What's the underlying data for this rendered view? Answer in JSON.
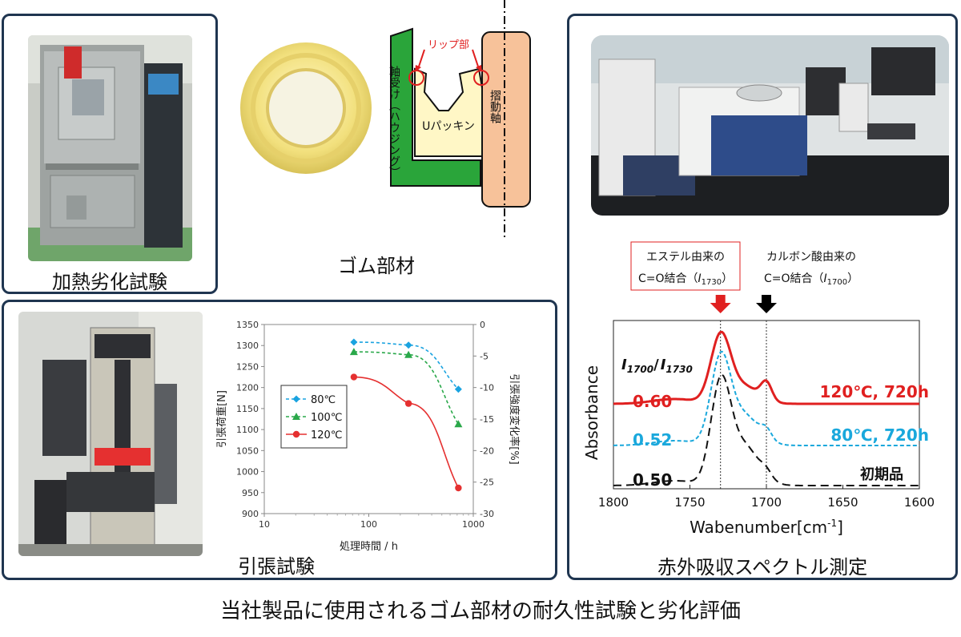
{
  "captions": {
    "heating": "加熱劣化試験",
    "rubber": "ゴム部材",
    "tensile": "引張試験",
    "ir": "赤外吸収スペクトル測定",
    "main": "当社製品に使用されるゴム部材の耐久性試験と劣化評価"
  },
  "seal_diagram": {
    "lip_label": "リップ部",
    "housing_label": "軸受け（ハウジング）",
    "packing_label": "Uパッキン",
    "shaft_label": "摺動軸"
  },
  "tensile_chart": {
    "type": "line",
    "xlabel": "処理時間 / h",
    "ylabel_left": "引張荷重[N]",
    "ylabel_right": "引張強度変化率[%]",
    "x_scale": "log",
    "xlim": [
      10,
      1000
    ],
    "x_ticks": [
      "10",
      "100",
      "1000"
    ],
    "ylim_left": [
      900,
      1350
    ],
    "y_ticks_left": [
      "1350",
      "1300",
      "1250",
      "1200",
      "1150",
      "1100",
      "1050",
      "1000",
      "950",
      "900"
    ],
    "ylim_right": [
      -30,
      0
    ],
    "y_ticks_right": [
      "0",
      "-5",
      "-10",
      "-15",
      "-20",
      "-25",
      "-30"
    ],
    "legend_position": "left",
    "series": [
      {
        "name": "80℃",
        "color": "#1aa3e0",
        "marker": "diamond",
        "dash": "dashed",
        "x": [
          72,
          240,
          720
        ],
        "y": [
          1308,
          1301,
          1196
        ]
      },
      {
        "name": "100℃",
        "color": "#2aa84a",
        "marker": "triangle",
        "dash": "dashed",
        "x": [
          72,
          240,
          720
        ],
        "y": [
          1285,
          1278,
          1113
        ]
      },
      {
        "name": "120℃",
        "color": "#e53030",
        "marker": "circle",
        "dash": "solid",
        "x": [
          72,
          240,
          720
        ],
        "y": [
          1225,
          1162,
          961
        ]
      }
    ]
  },
  "ir_chart": {
    "type": "line",
    "xlabel": "Wabenumber[cm",
    "xlabel_sup": "-1",
    "xlabel_end": "]",
    "ylabel": "Absorbance",
    "ratio_label": "I",
    "ratio_sub1": "1700",
    "ratio_slash": "/",
    "ratio_label2": "I",
    "ratio_sub2": "1730",
    "x_reversed": true,
    "xlim": [
      1800,
      1600
    ],
    "x_ticks": [
      "1800",
      "1750",
      "1700",
      "1650",
      "1600"
    ],
    "annotation_ester": {
      "line1": "エステル由来の",
      "line2": "C=O結合（",
      "italic": "I",
      "sub": "1730",
      "end": "）",
      "x": 1730,
      "color": "#e02020"
    },
    "annotation_carboxylic": {
      "line1": "カルボン酸由来の",
      "line2": "C=O結合（",
      "italic": "I",
      "sub": "1700",
      "end": "）",
      "x": 1700,
      "color": "#000000"
    },
    "series": [
      {
        "name": "120℃, 720h",
        "ratio": "0.60",
        "color": "#e02020"
      },
      {
        "name": "80℃, 720h",
        "ratio": "0.52",
        "color": "#1aa8dc"
      },
      {
        "name": "初期品",
        "ratio": "0.50",
        "color": "#111111"
      }
    ]
  }
}
